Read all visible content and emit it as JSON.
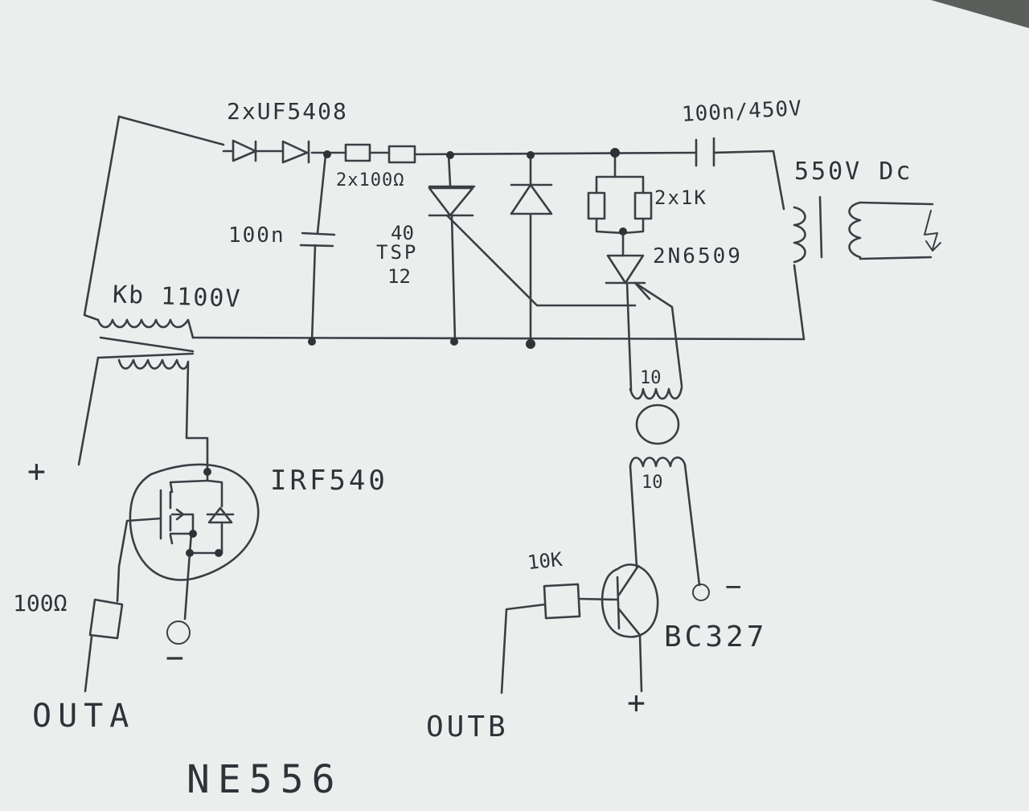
{
  "colors": {
    "paper": "#eceeee",
    "ink": "#3b3f44",
    "background": "#5a5f5c"
  },
  "labels": {
    "diodes": "2xUF5408",
    "capacitor_series": "100n/450V",
    "output_voltage": "550V Dc",
    "resistors_series": "2x100Ω",
    "capacitor_shunt": "100n",
    "tvs_line1": "40",
    "tvs_line2": "TSP",
    "tvs_line3": "12",
    "resistors_gate": "2x1K",
    "thyristor": "2N6509",
    "transformer": "Kb 1100V",
    "pulse_winding_top": "10",
    "pulse_winding_bottom": "10",
    "plus_left": "+",
    "mosfet": "IRF540",
    "gate_resistor": "100Ω",
    "minus_left": "−",
    "out_a": "OUTA",
    "base_resistor": "10K",
    "minus_right": "−",
    "transistor": "BC327",
    "plus_right": "+",
    "out_b": "OUTB",
    "chip": "NE556"
  }
}
